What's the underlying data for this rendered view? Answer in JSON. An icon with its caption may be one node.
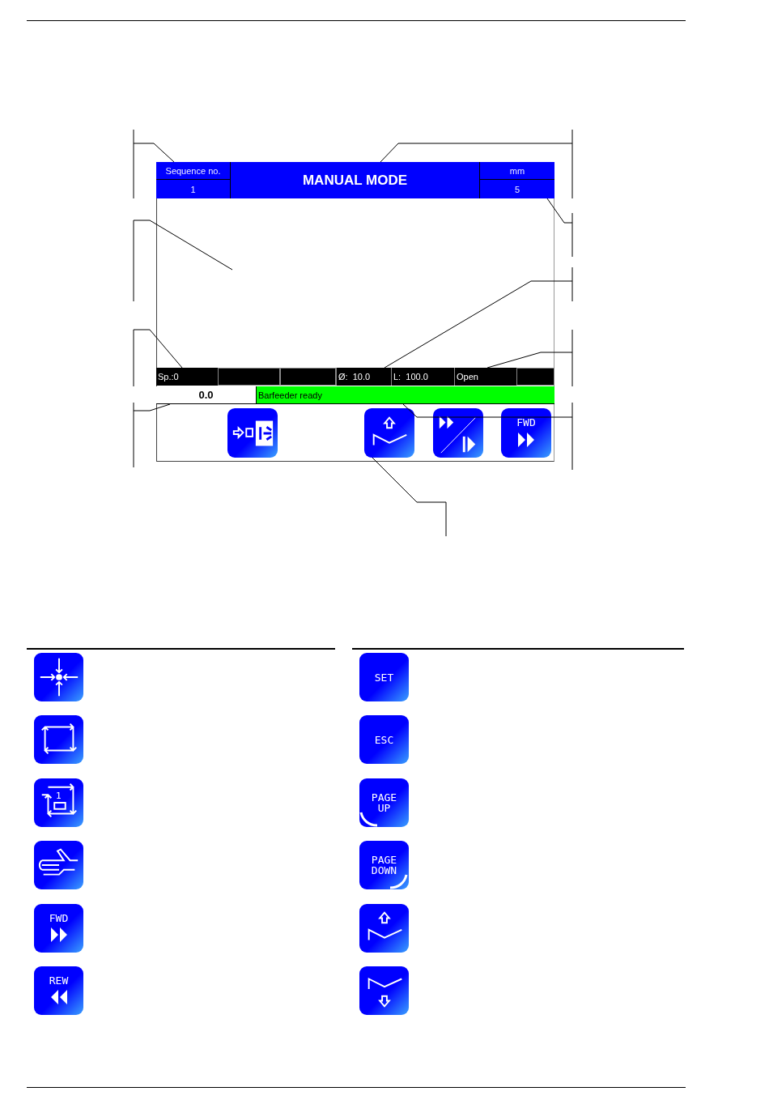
{
  "diagram": {
    "nodes": [
      {
        "text": [],
        "shape": "box"
      },
      {
        "text": [
          "Sequence no.",
          "1"
        ],
        "in": 0
      },
      {
        "text": [
          "MANUAL MODE"
        ],
        "in": 0
      },
      {
        "text": [
          "mm",
          "5"
        ],
        "in": 0
      },
      {
        "text": [
          "Sp.:0"
        ],
        "in": 0
      },
      {
        "text": [],
        "shape": "box",
        "in": 0
      },
      {
        "text": [],
        "shape": "box",
        "in": 0
      },
      {
        "text": [
          "Ø:  10.0"
        ],
        "in": 0
      },
      {
        "text": [
          "L:  100.0"
        ],
        "in": 0
      },
      {
        "text": [
          "Open"
        ],
        "in": 0
      },
      {
        "text": [],
        "shape": "box",
        "in": 0
      },
      {
        "text": [
          "0.0"
        ],
        "in": 0
      },
      {
        "text": [
          "Barfeeder ready"
        ],
        "in": 0
      },
      {
        "text": [],
        "shape": "box",
        "in": 0
      },
      {
        "text": [],
        "shape": "box",
        "in": 0
      },
      {
        "text": [],
        "shape": "box",
        "in": 0
      },
      {
        "text": [
          "FWD"
        ],
        "in": 0
      }
    ],
    "edges": [
      {
        "from": null,
        "to": 1,
        "arrow": "none"
      },
      {
        "from": null,
        "to": 0,
        "arrow": "none"
      },
      {
        "from": null,
        "to": 4,
        "arrow": "none"
      },
      {
        "from": null,
        "to": 11,
        "arrow": "none"
      },
      {
        "from": null,
        "to": 2,
        "arrow": "none"
      },
      {
        "from": null,
        "to": 3,
        "arrow": "none"
      },
      {
        "from": null,
        "to": 7,
        "arrow": "none"
      },
      {
        "from": null,
        "to": 9,
        "arrow": "none"
      },
      {
        "from": null,
        "to": 12,
        "arrow": "none"
      },
      {
        "from": null,
        "to": 14,
        "arrow": "none"
      }
    ],
    "labels": [
      "SET",
      "ESC",
      "1",
      "PAGE UP",
      "PAGE DOWN",
      "FWD",
      "REW"
    ]
  }
}
